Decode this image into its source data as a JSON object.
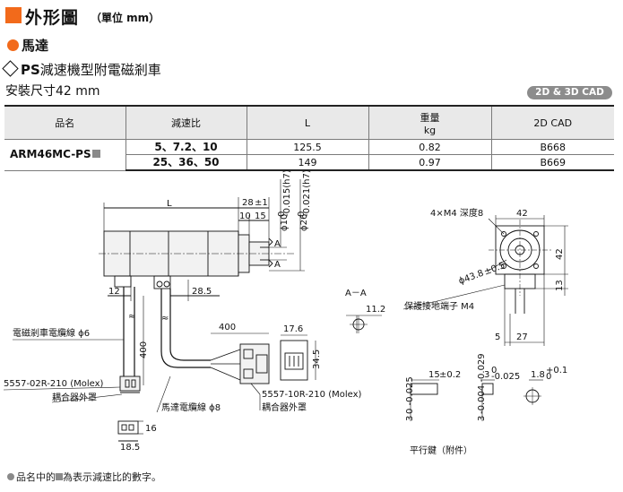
{
  "header": {
    "title": "外形圖",
    "unit": "（單位 mm）",
    "motor_label": "馬達",
    "subtitle_prefix": "PS",
    "subtitle_rest": "減速機型附電磁剎車",
    "mount_size": "安裝尺寸42 mm",
    "cad_badge": "2D & 3D CAD"
  },
  "table": {
    "headers": [
      "品名",
      "減速比",
      "L",
      "重量",
      "kg",
      "2D CAD"
    ],
    "model": "ARM46MC-PS",
    "rows": [
      {
        "ratio": "5、7.2、10",
        "L": "125.5",
        "weight": "0.82",
        "cad": "B668"
      },
      {
        "ratio": "25、36、50",
        "L": "149",
        "weight": "0.97",
        "cad": "B669"
      }
    ]
  },
  "drawing": {
    "L": "L",
    "d28": "28",
    "d28_tol": "±1",
    "d10": "10",
    "d15": "15",
    "shaft_dia1": "ϕ10",
    "shaft_tol1_a": "0",
    "shaft_tol1_b": "-0.015(h7)",
    "shaft_dia2": "ϕ26",
    "shaft_tol2_a": "0",
    "shaft_tol2_b": "-0.021(h7)",
    "sec_a": "A",
    "d12": "12",
    "d28_5": "28.5",
    "d400_v": "400",
    "d400_h": "400",
    "d17_6": "17.6",
    "d34_5": "34.5",
    "d16": "16",
    "d18_5": "18.5",
    "d11_2": "11.2",
    "section_label": "A－A",
    "brake_cable": "電磁剎車電纜線 ϕ6",
    "conn_small": "5557-02R-210 (Molex)",
    "conn_cover1": "耦合器外罩",
    "motor_cable": "馬達電纜線 ϕ8",
    "conn_large": "5557-10R-210 (Molex)",
    "conn_cover2": "耦合器外罩",
    "m4": "4×M4 深度8",
    "d42_top": "42",
    "d42_side": "42",
    "pcd": "ϕ43.8",
    "pcd_tol": "±0.5",
    "d13": "13",
    "ground": "保護接地端子 M4",
    "d5": "5",
    "d27": "27",
    "key_15": "15",
    "key_15_tol": "±0.2",
    "key_3": "3",
    "key_3_tol_a": "0",
    "key_3_tol_b": "-0.025",
    "key_18": "1.8",
    "key_18_tol_a": "+0.1",
    "key_18_tol_b": "0",
    "key_3v_a": "3",
    "key_3v_tol": "0 -0.025",
    "key_3v_b": "3",
    "key_3v_tol2": "-0.004 -0.029",
    "key_caption": "平行鍵（附件）"
  },
  "footnote": {
    "text_a": "品名中的",
    "text_b": "為表示減速比的數字。"
  }
}
